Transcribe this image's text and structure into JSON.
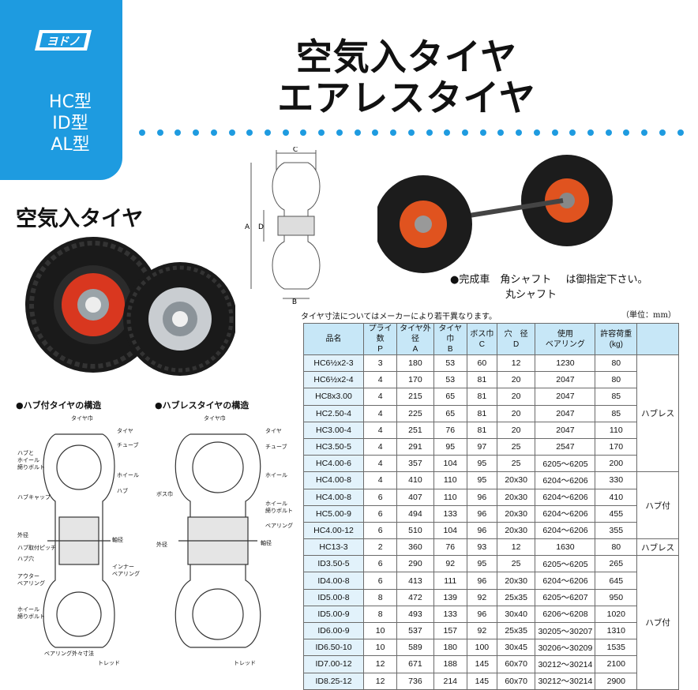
{
  "brand": {
    "logo_text": "ヨドノ"
  },
  "models": [
    "HC型",
    "ID型",
    "AL型"
  ],
  "title": {
    "line1": "空気入タイヤ",
    "line2": "エアレスタイヤ"
  },
  "section_title": "空気入タイヤ",
  "caption": {
    "bullet_text": "●完成車　角シャフト",
    "second": "丸シャフト",
    "suffix": "は御指定下さい。"
  },
  "note": "タイヤ寸法についてはメーカーにより若干異なります。",
  "unit": "（単位：mm）",
  "diagram_dims": {
    "c": "C",
    "a": "A",
    "d": "D",
    "b": "B"
  },
  "structure": {
    "hub_title": "●ハブ付タイヤの構造",
    "hubless_title": "●ハブレスタイヤの構造",
    "hub_labels": [
      "タイヤ巾",
      "タイヤ",
      "チューブ",
      "ハブと",
      "ホイール",
      "締りボルト",
      "ホイール",
      "ハブキャップ",
      "ハブ",
      "外径",
      "ハブ取付ピッチ",
      "ハブ穴",
      "軸径",
      "アウター",
      "ベアリング",
      "インナー",
      "ベアリング",
      "ホイール",
      "締りボルト",
      "ベアリング外々寸法",
      "トレッド"
    ],
    "hubless_labels": [
      "タイヤ巾",
      "タイヤ",
      "チューブ",
      "ホイール",
      "ボス巾",
      "ホイール",
      "締りボルト",
      "ベアリング",
      "軸径",
      "外径",
      "トレッド"
    ]
  },
  "table": {
    "headers": [
      {
        "l1": "品名",
        "l2": ""
      },
      {
        "l1": "プライ数",
        "l2": "P"
      },
      {
        "l1": "タイヤ外径",
        "l2": "A"
      },
      {
        "l1": "タイヤ巾",
        "l2": "B"
      },
      {
        "l1": "ボス巾",
        "l2": "C"
      },
      {
        "l1": "穴　径",
        "l2": "D"
      },
      {
        "l1": "使用",
        "l2": "ベアリング"
      },
      {
        "l1": "許容荷重",
        "l2": "(kg)"
      },
      {
        "l1": "",
        "l2": ""
      }
    ],
    "rows": [
      [
        "HC6½x2-3",
        "3",
        "180",
        "53",
        "60",
        "12",
        "1230",
        "80"
      ],
      [
        "HC6½x2-4",
        "4",
        "170",
        "53",
        "81",
        "20",
        "2047",
        "80"
      ],
      [
        "HC8x3.00",
        "4",
        "215",
        "65",
        "81",
        "20",
        "2047",
        "85"
      ],
      [
        "HC2.50-4",
        "4",
        "225",
        "65",
        "81",
        "20",
        "2047",
        "85"
      ],
      [
        "HC3.00-4",
        "4",
        "251",
        "76",
        "81",
        "20",
        "2047",
        "110"
      ],
      [
        "HC3.50-5",
        "4",
        "291",
        "95",
        "97",
        "25",
        "2547",
        "170"
      ],
      [
        "HC4.00-6",
        "4",
        "357",
        "104",
        "95",
        "25",
        "6205〜6205",
        "200"
      ],
      [
        "HC4.00-8",
        "4",
        "410",
        "110",
        "95",
        "20x30",
        "6204〜6206",
        "330"
      ],
      [
        "HC4.00-8",
        "6",
        "407",
        "110",
        "96",
        "20x30",
        "6204〜6206",
        "410"
      ],
      [
        "HC5.00-9",
        "6",
        "494",
        "133",
        "96",
        "20x30",
        "6204〜6206",
        "455"
      ],
      [
        "HC4.00-12",
        "6",
        "510",
        "104",
        "96",
        "20x30",
        "6204〜6206",
        "355"
      ],
      [
        "HC13-3",
        "2",
        "360",
        "76",
        "93",
        "12",
        "1630",
        "80"
      ],
      [
        "ID3.50-5",
        "6",
        "290",
        "92",
        "95",
        "25",
        "6205〜6205",
        "265"
      ],
      [
        "ID4.00-8",
        "6",
        "413",
        "111",
        "96",
        "20x30",
        "6204〜6206",
        "645"
      ],
      [
        "ID5.00-8",
        "8",
        "472",
        "139",
        "92",
        "25x35",
        "6205〜6207",
        "950"
      ],
      [
        "ID5.00-9",
        "8",
        "493",
        "133",
        "96",
        "30x40",
        "6206〜6208",
        "1020"
      ],
      [
        "ID6.00-9",
        "10",
        "537",
        "157",
        "92",
        "25x35",
        "30205〜30207",
        "1310"
      ],
      [
        "ID6.50-10",
        "10",
        "589",
        "180",
        "100",
        "30x45",
        "30206〜30209",
        "1535"
      ],
      [
        "ID7.00-12",
        "12",
        "671",
        "188",
        "145",
        "60x70",
        "30212〜30214",
        "2100"
      ],
      [
        "ID8.25-12",
        "12",
        "736",
        "214",
        "145",
        "60x70",
        "30212〜30214",
        "2900"
      ]
    ],
    "types": [
      {
        "label": "ハブレス",
        "start": 0,
        "span": 7
      },
      {
        "label": "ハブ付",
        "start": 7,
        "span": 4
      },
      {
        "label": "ハブレス",
        "start": 11,
        "span": 1
      },
      {
        "label": "ハブ付",
        "start": 12,
        "span": 8
      }
    ]
  },
  "colors": {
    "accent": "#1e9be0",
    "header_bg": "#c7e7f7",
    "name_bg": "#e2f2fb",
    "rim_red": "#d9371f"
  }
}
